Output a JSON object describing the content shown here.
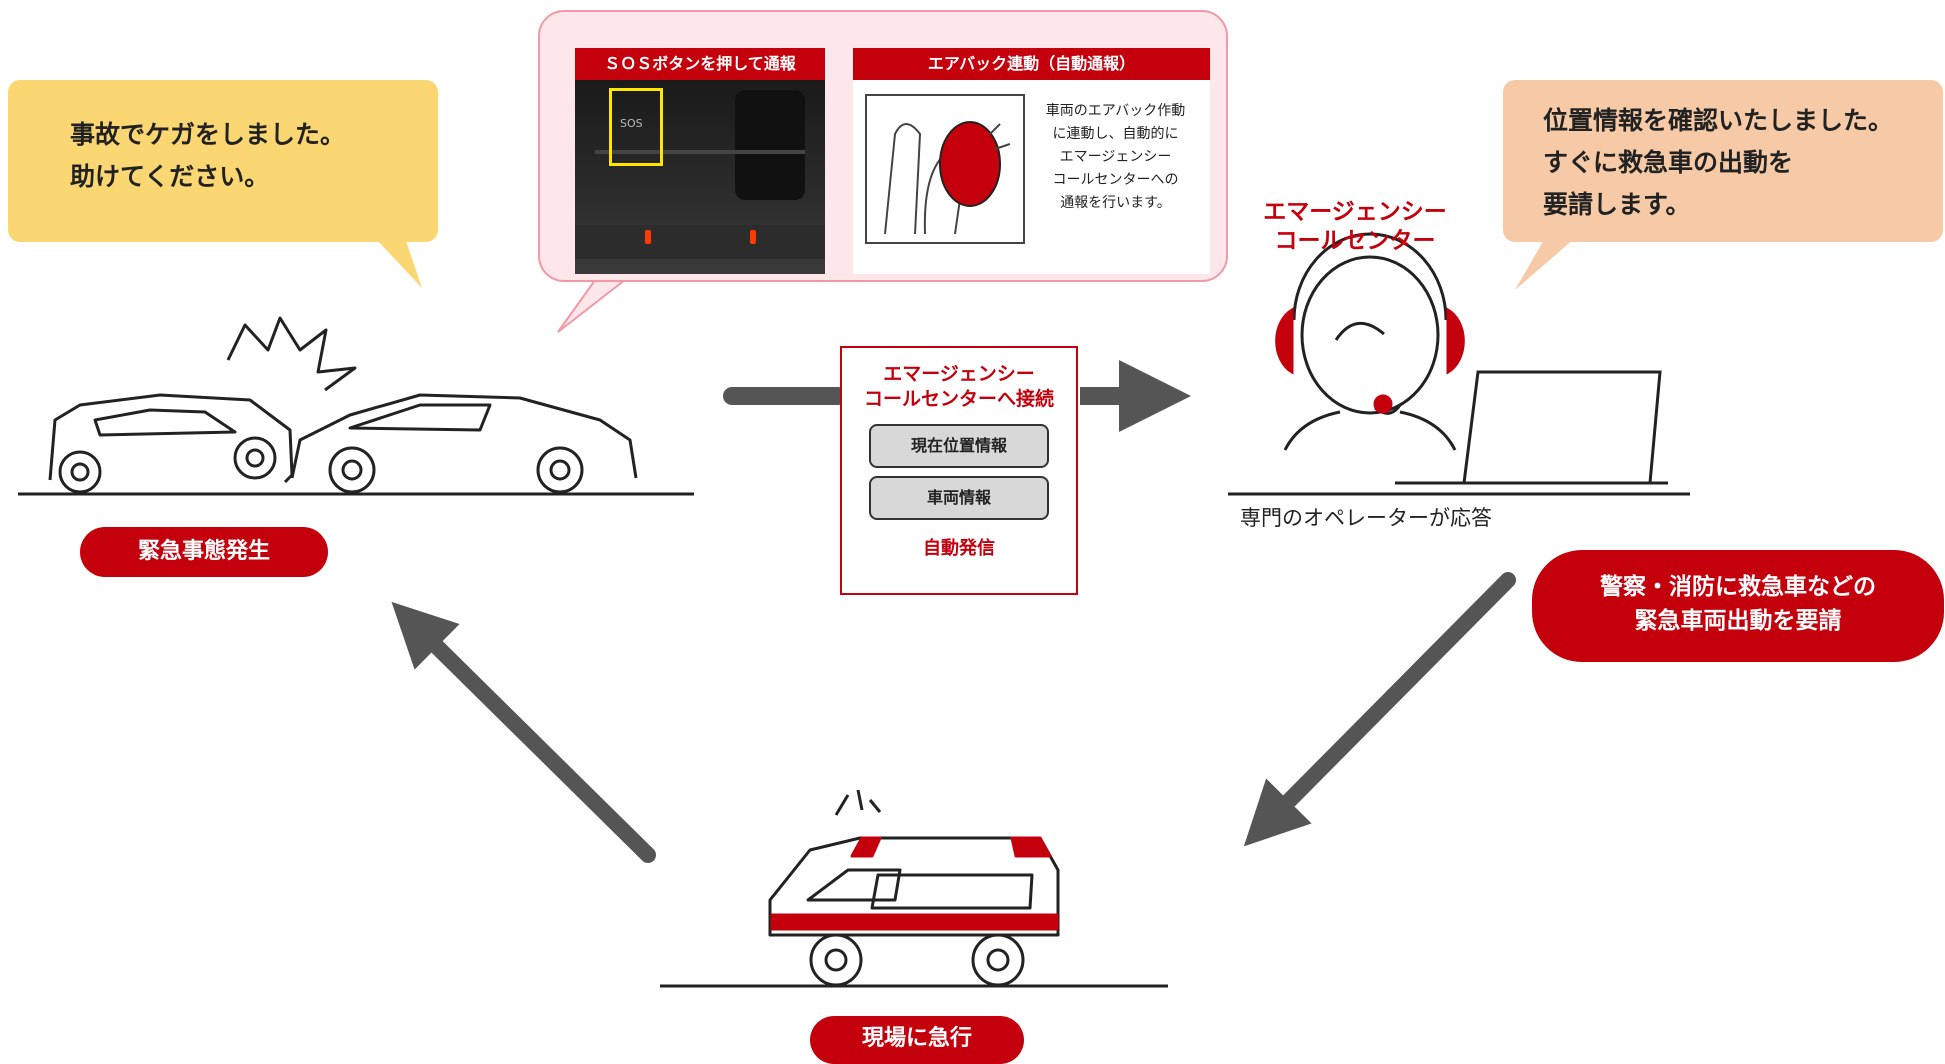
{
  "speech_driver": "事故でケガをしました。\n助けてください。",
  "speech_operator": "位置情報を確認いたしました。\nすぐに救急車の出動を\n要請します。",
  "label_emergency": "緊急事態発生",
  "label_rush": "現場に急行",
  "label_request": "警察・消防に救急車などの\n緊急車両出動を要請",
  "popup": {
    "sos_title": "ＳＯＳボタンを押して通報",
    "sos_button_text": "SOS",
    "airbag_title": "エアバック連動（自動通報）",
    "airbag_desc": "車両のエアバック作動\nに連動し、自動的に\nエマージェンシー\nコールセンターへの\n通報を行います。"
  },
  "infobox": {
    "title": "エマージェンシー\nコールセンターへ接続",
    "item1": "現在位置情報",
    "item2": "車両情報",
    "auto": "自動発信"
  },
  "center_title": "エマージェンシー\nコールセンター",
  "operator_text": "専門のオペレーターが応答",
  "colors": {
    "red": "#c4000d",
    "yellow": "#fbd774",
    "peach": "#f6caa7",
    "pink": "#fde7ea",
    "arrow": "#555555"
  }
}
